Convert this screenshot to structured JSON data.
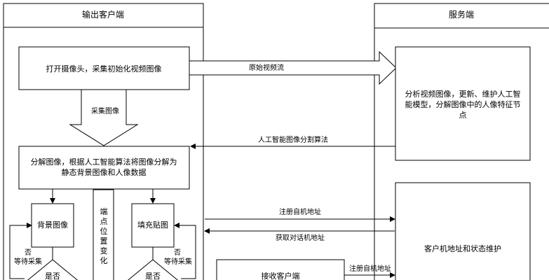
{
  "diagram": {
    "lanes": {
      "client": "输出客户端",
      "server": "服务端"
    },
    "nodes": {
      "capture": "打开摄像头，采集初始化视频图像",
      "analyze": [
        "分析视频图像，更新、维护人工智",
        "能模型，分解图像中的人像特征节",
        "点"
      ],
      "decompose": [
        "分解图像，根据人工智能算法将图像分解为",
        "静态背景图像和人像数据"
      ],
      "background": "背景图像",
      "fill": "填充贴图",
      "endpoint": [
        "端",
        "点",
        "位",
        "置",
        "变",
        "化"
      ],
      "addr_maint": "客户机地址和状态维护",
      "receive": "接收客户端",
      "decision_left": "是否",
      "decision_right": "是否"
    },
    "edges": {
      "raw_stream": "原始视频流",
      "collect": "采集图像",
      "ai_algo": "人工智能图像分割算法",
      "register1": "注册自机地址",
      "get_peer": "获取对话机地址",
      "register2": "注册自机地址",
      "no_left": "否",
      "wait_left": "等待采集",
      "no_right": "否",
      "wait_right": "等待采集"
    }
  }
}
